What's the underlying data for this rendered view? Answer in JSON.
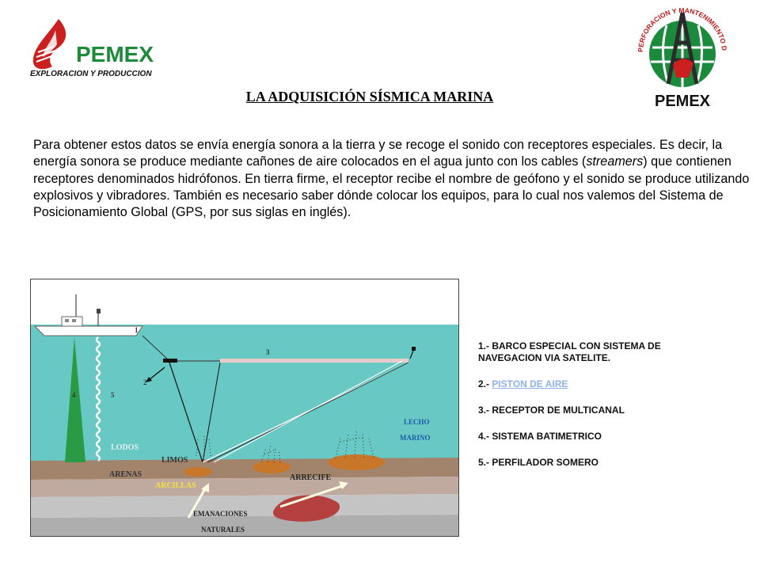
{
  "header": {
    "logo_left": {
      "brand": "PEMEX",
      "subtitle": "EXPLORACION Y PRODUCCION"
    },
    "logo_right": {
      "arc_text": "PERFORACION Y MANTENIMIENTO DE POZOS",
      "brand": "PEMEX"
    }
  },
  "title": "LA ADQUISICIÓN  SÍSMICA MARINA",
  "body": {
    "p1": "Para obtener estos datos se envía energía sonora a la tierra y se recoge el sonido con receptores especiales. Es decir, la energía sonora se produce mediante cañones de aire colocados en el agua junto con los cables (",
    "p1_em": "streamers",
    "p2": ") que contienen receptores denominados hidrófonos. En tierra firme, el receptor recibe el nombre de geófono y el sonido se produce utilizando explosivos y vibradores. También es necesario saber dónde colocar los equipos, para lo cual nos valemos del Sistema de Posicionamiento Global (GPS, por sus siglas en inglés)."
  },
  "diagram": {
    "labels": {
      "n1": "1",
      "n2": "2",
      "n3": "3",
      "n4": "4",
      "n5": "5",
      "lodos": "LODOS",
      "limos": "LIMOS",
      "arenas": "ARENAS",
      "arcillas": "ARCILLAS",
      "arrecife": "ARRECIFE",
      "lecho_1": "LECHO",
      "lecho_2": "MARINO",
      "emanaciones_1": "EMANACIONES",
      "emanaciones_2": "NATURALES"
    },
    "colors": {
      "water": "#67c8c4",
      "seabed": "#a2846c",
      "layer2": "#c0aaa0",
      "layer3": "#c4c4c4",
      "layer4": "#aeaeae",
      "gas_pocket": "#b4413f",
      "reef": "#c8772a",
      "streamer": "#e8cccc"
    }
  },
  "legend": {
    "items": [
      {
        "label": "1.- BARCO  ESPECIAL  CON  SISTEMA DE NAVEGACION  VIA  SATELITE."
      },
      {
        "num": "2.- ",
        "label": "PISTON  DE  AIRE"
      },
      {
        "label": "3.- RECEPTOR  DE MULTICANAL"
      },
      {
        "label": "4.- SISTEMA  BATIMETRICO"
      },
      {
        "label": "5.- PERFILADOR  SOMERO"
      }
    ]
  }
}
